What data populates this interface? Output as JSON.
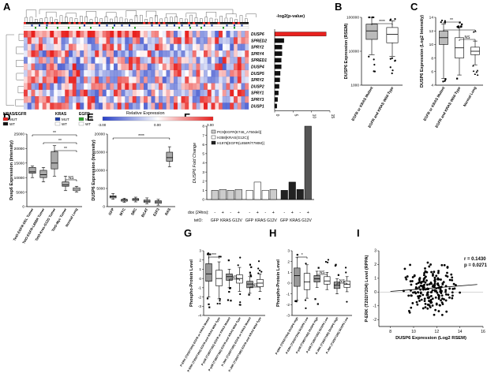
{
  "panel_labels": [
    "A",
    "B",
    "C",
    "D",
    "E",
    "F",
    "G",
    "H",
    "I"
  ],
  "panel_a": {
    "title": "-log2(p-value)",
    "genes": [
      "DUSP6",
      "SPRED2",
      "SPRY2",
      "SPRY4",
      "SPRED1",
      "DUSP4",
      "DUSP5",
      "SPRY2",
      "DUSP2",
      "SPRY1",
      "SPRY3",
      "DUSP1"
    ],
    "bar_values": [
      14,
      2.5,
      2,
      2,
      1.8,
      1.8,
      1.5,
      1.4,
      1.2,
      1,
      0.8,
      0.6
    ],
    "x_ticks": [
      "0",
      "5",
      "10",
      "15"
    ],
    "legend_groups": [
      {
        "title": "KRAS/EGFR",
        "items": [
          "MUT",
          "WT"
        ],
        "colors": [
          "#e8211e",
          "#111111"
        ]
      },
      {
        "title": "KRAS",
        "items": [
          "MUT",
          "WT"
        ],
        "colors": [
          "#1f3fa8",
          "#ffffff"
        ]
      },
      {
        "title": "EGFR",
        "items": [
          "MUT",
          "WT"
        ],
        "colors": [
          "#2aa02a",
          "#ffffff"
        ]
      }
    ],
    "scale_title": "Relative Expression",
    "scale_ticks": [
      "-3.00",
      "0.00",
      "3.00"
    ],
    "colors": {
      "high": "#e8211e",
      "low": "#2840c8",
      "bar": "#e8211e"
    }
  },
  "panel_b": {
    "ylabel": "DUSP6 Expression (RSEM)",
    "y_ticks": [
      "1000",
      "10000",
      "100000"
    ],
    "categories": [
      "EGFR or KRAS Mutant",
      "EGFR and KRAS Wild-Type"
    ],
    "signif": "****"
  },
  "panel_c": {
    "ylabel": "DUSP6 Expression (Log2 Intensity)",
    "y_ticks": [
      "4",
      "6",
      "8",
      "10",
      "12",
      "14"
    ],
    "categories": [
      "EGFR or KRAS Mutant",
      "EGFR and KRAS Wild-Type",
      "Normal Lung"
    ],
    "signif": [
      "**",
      "****",
      "NS"
    ]
  },
  "panel_d": {
    "ylabel": "Dusp6 Expression (Intensity)",
    "y_ticks": [
      "0",
      "5000",
      "10000",
      "15000",
      "20000",
      "25000"
    ],
    "categories": [
      "TetO-EGFR-DEL Tumor",
      "TetO-EGFR-L858R Tumor",
      "TetO-Kras-G12D Tumor",
      "TetO-Myc Tumor",
      "Normal Lung"
    ],
    "signif": [
      "**",
      "**",
      "**",
      "NS"
    ]
  },
  "panel_e": {
    "ylabel": "DUSP6 Expression (Intensity)",
    "y_ticks": [
      "0",
      "5000",
      "10000",
      "15000",
      "20000"
    ],
    "categories": [
      "GFP",
      "MYC",
      "SRC",
      "BCAT",
      "E2F3",
      "RAS"
    ],
    "signif": "****"
  },
  "panel_f": {
    "ylabel": "DUSP6 Fold Change",
    "y_ticks": [
      "0",
      "1",
      "2",
      "3",
      "4",
      "5",
      "6",
      "7",
      "8"
    ],
    "legend": [
      "PC9[EGFR(E746_A750del)]",
      "H358[KRAS(G12C)]",
      "H1975[EGFR(L858R/T790M)]"
    ],
    "dox_label": "dox (24hrs):",
    "teto_label": "tetO:",
    "dox_values": [
      "-",
      "+",
      "-",
      "+",
      "-",
      "+",
      "-",
      "+",
      "-",
      "+",
      "-",
      "+"
    ],
    "teto_values": [
      "GFP",
      "KRAS G12V",
      "GFP",
      "KRAS G12V",
      "GFP",
      "KRAS G12V"
    ]
  },
  "panel_g": {
    "ylabel": "Phospho-Protein Level",
    "y_ticks": [
      "-4",
      "-3",
      "-2",
      "-1",
      "0",
      "1",
      "2",
      "3"
    ],
    "categories": [
      "P-ERK (T202/Y204) EGFR or KRAS Mutant",
      "P-ERK (T202/Y204) EGFR and KRAS Wild-Type",
      "P-p38 (T180/Y182) EGFR or KRAS Mutant",
      "P-p38 (T180/Y182) EGFR and KRAS Wild-Type",
      "P-JNK (T183/Y185) EGFR or KRAS Mutant",
      "P-JNK (T183/Y185) EGFR and KRAS Wild-Type"
    ],
    "signif": [
      "***",
      "NS",
      "NS"
    ]
  },
  "panel_h": {
    "ylabel": "Phospho-Protein Level",
    "y_ticks": [
      "-3",
      "-2",
      "-1",
      "0",
      "1",
      "2",
      "3"
    ],
    "categories": [
      "P-ERK (T202/Y204) DUSP6 High",
      "P-ERK (T202/Y204) DUSP6 Low",
      "P-p38 (T180/Y182) DUSP6 High",
      "P-p38 (T180/Y182) DUSP6 Low",
      "P-JNK (T183/Y185) DUSP6 High",
      "P-JNK (T183/Y185) DUSP6 Low"
    ],
    "signif": [
      "*",
      "NS",
      "NS"
    ]
  },
  "panel_i": {
    "xlabel": "DUSP6 Expression (Log2 RSEM)",
    "ylabel": "P-ERK (T202/Y204) Level (RPPA)",
    "x_ticks": [
      "8",
      "10",
      "12",
      "14",
      "16"
    ],
    "y_ticks": [
      "-2",
      "-1",
      "0",
      "1",
      "2",
      "3"
    ],
    "r_text": "r = 0.1430",
    "p_text": "p = 0.0271"
  }
}
